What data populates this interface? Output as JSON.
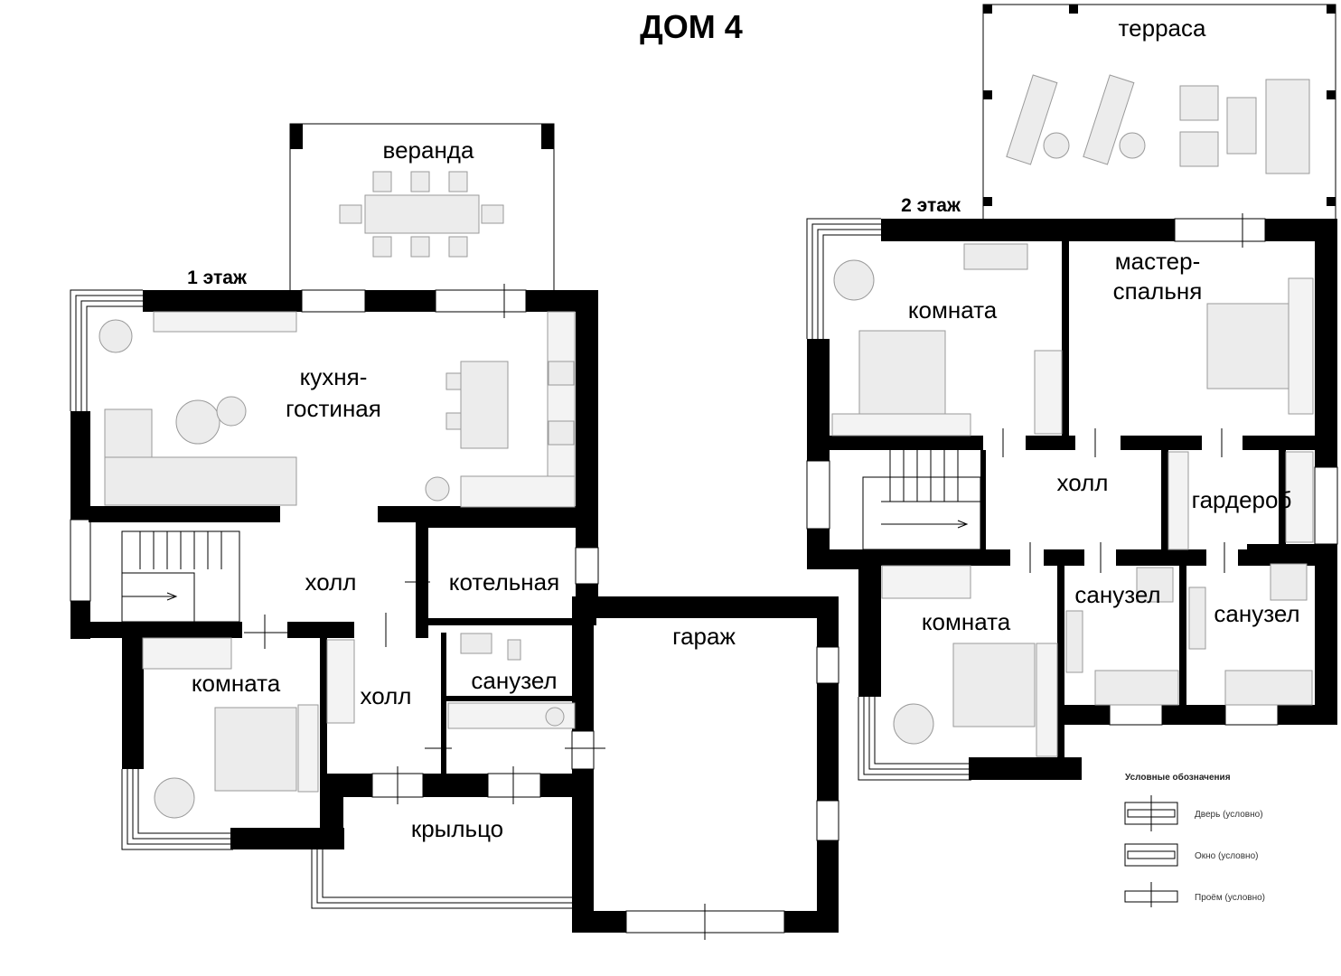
{
  "title": "ДОМ 4",
  "floor1": {
    "label": "1 этаж",
    "rooms": {
      "veranda": "веранда",
      "kitchen_line1": "кухня-",
      "kitchen_line2": "гостиная",
      "hall_main": "холл",
      "boiler": "котельная",
      "room": "комната",
      "hall_small": "холл",
      "bathroom": "санузел",
      "garage": "гараж",
      "porch": "крыльцо"
    }
  },
  "floor2": {
    "label": "2 этаж",
    "rooms": {
      "terrace": "терраса",
      "room_top": "комната",
      "master_line1": "мастер-",
      "master_line2": "спальня",
      "hall": "холл",
      "wardrobe": "гардероб",
      "room_bottom": "комната",
      "bathroom_left": "санузел",
      "bathroom_right": "санузел"
    }
  },
  "legend": {
    "title": "Условные обозначения",
    "door": "Дверь (условно)",
    "window": "Окно (условно)",
    "opening": "Проём (условно)"
  }
}
